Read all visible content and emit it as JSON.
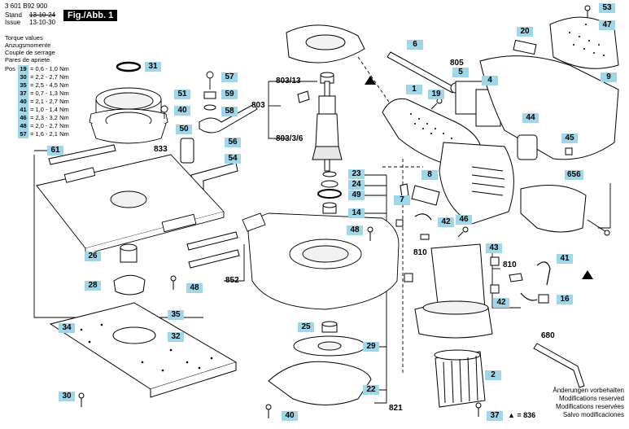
{
  "header": {
    "doc_number": "3 601 B92 900",
    "stand_label": "Stand",
    "issue_label": "Issue",
    "stand_old": "13-10-24",
    "issue_date": "13-10-30",
    "figure_label": "Fig./Abb. 1"
  },
  "torque": {
    "titles": [
      "Torque values",
      "Anzugsmomente",
      "Couple de serrage",
      "Pares de apriete"
    ],
    "pos_label": "Pos",
    "rows": [
      {
        "pos": "19",
        "value": "= 0,6 - 1,0 Nm"
      },
      {
        "pos": "30",
        "value": "= 2,2 - 2,7 Nm"
      },
      {
        "pos": "35",
        "value": "= 2,5 - 4,5 Nm"
      },
      {
        "pos": "37",
        "value": "= 0,7 - 1,3 Nm"
      },
      {
        "pos": "40",
        "value": "= 2,1 - 2,7 Nm"
      },
      {
        "pos": "41",
        "value": "= 1,0 - 1,4 Nm"
      },
      {
        "pos": "46",
        "value": "= 2,3 - 3,2 Nm"
      },
      {
        "pos": "48",
        "value": "= 2,0 - 2,7 Nm"
      },
      {
        "pos": "57",
        "value": "= 1,6 - 2,1 Nm"
      }
    ]
  },
  "parts": {
    "p31": "31",
    "p51": "51",
    "p40a": "40",
    "p50": "50",
    "p833": "833",
    "p57": "57",
    "p59": "59",
    "p58": "58",
    "p56": "56",
    "p54": "54",
    "p61": "61",
    "p26": "26",
    "p28": "28",
    "p48a": "48",
    "p852": "852",
    "p35": "35",
    "p34": "34",
    "p32": "32",
    "p30": "30",
    "p803_13": "803/13",
    "p803": "803",
    "p803_3_6": "803/3/6",
    "p6": "6",
    "p805": "805",
    "p5": "5",
    "p4": "4",
    "p1": "1",
    "p19": "19",
    "p20": "20",
    "p47": "47",
    "p53": "53",
    "p9": "9",
    "p44": "44",
    "p45": "45",
    "p656": "656",
    "p23": "23",
    "p24": "24",
    "p49": "49",
    "p14": "14",
    "p48b": "48",
    "p8": "8",
    "p7": "7",
    "p42a": "42",
    "p46": "46",
    "p810a": "810",
    "p43": "43",
    "p810b": "810",
    "p41": "41",
    "p42b": "42",
    "p16": "16",
    "p25": "25",
    "p29": "29",
    "p22": "22",
    "p821": "821",
    "p40b": "40",
    "p680": "680",
    "p2": "2",
    "p37": "37"
  },
  "legend": {
    "symbol_label": "▲ = 836"
  },
  "footer": {
    "lines": [
      "Änderungen vorbehalten",
      "Modifications reserved",
      "Modifications reservées",
      "Salvo modificaciones"
    ]
  }
}
